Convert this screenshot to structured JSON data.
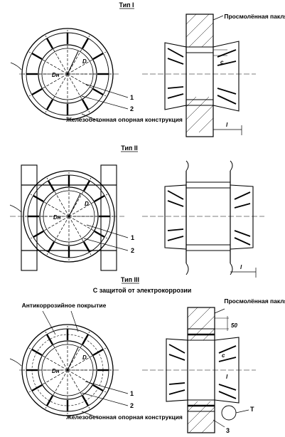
{
  "sections": [
    {
      "title": "Тип I",
      "subtitle": "",
      "labels": {
        "tar_seal": "Просмолённая пакля",
        "support": "Железобетонная опорная конструкция",
        "coating": "",
        "callout_1": "1",
        "callout_2": "2",
        "callout_3": "",
        "callout_T": "",
        "dim_D": "D",
        "dim_Dn": "Dн",
        "dim_c": "с",
        "dim_l": "l",
        "dim_50": ""
      }
    },
    {
      "title": "Тип II",
      "subtitle": "",
      "labels": {
        "tar_seal": "",
        "support": "",
        "coating": "",
        "callout_1": "1",
        "callout_2": "2",
        "callout_3": "",
        "callout_T": "",
        "dim_D": "D",
        "dim_Dn": "Dн",
        "dim_c": "",
        "dim_l": "l",
        "dim_50": ""
      }
    },
    {
      "title": "Тип III",
      "subtitle": "С защитой от электрокоррозии",
      "labels": {
        "tar_seal": "Просмолённая пакля",
        "support": "Железобетонная опорная конструкция",
        "coating": "Антикоррозийное покрытие",
        "callout_1": "1",
        "callout_2": "2",
        "callout_3": "3",
        "callout_T": "Т",
        "dim_D": "D",
        "dim_Dn": "Dн",
        "dim_c": "с",
        "dim_l": "l",
        "dim_50": "50"
      }
    }
  ]
}
